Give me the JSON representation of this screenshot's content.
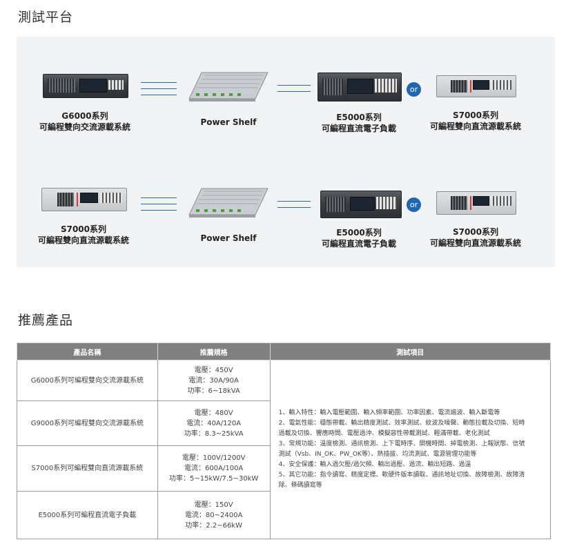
{
  "titles": {
    "platform": "測試平台",
    "products": "推薦產品"
  },
  "platform": {
    "or_label": "or",
    "rows": [
      {
        "source": {
          "line1": "G6000系列",
          "line2": "可編程雙向交流源載系統"
        },
        "shelf": "Power Shelf",
        "load_a": {
          "line1": "E5000系列",
          "line2": "可編程直流電子負載"
        },
        "load_b": {
          "line1": "S7000系列",
          "line2": "可編程雙向直流源載系統"
        }
      },
      {
        "source": {
          "line1": "S7000系列",
          "line2": "可編程雙向直流源載系統"
        },
        "shelf": "Power Shelf",
        "load_a": {
          "line1": "E5000系列",
          "line2": "可編程直流電子負載"
        },
        "load_b": {
          "line1": "S7000系列",
          "line2": "可編程雙向直流源載系統"
        }
      }
    ]
  },
  "table": {
    "headers": [
      "產品名稱",
      "推薦規格",
      "測試項目"
    ],
    "rows": [
      {
        "name": "G6000系列可編程雙向交流源載系統",
        "specs": [
          "電壓：450V",
          "電流：30A/90A",
          "功率：6~18kVA"
        ]
      },
      {
        "name": "G9000系列可編程雙向交流源載系統",
        "specs": [
          "電壓：480V",
          "電流：40A/120A",
          "功率：8.3~25kVA"
        ]
      },
      {
        "name": "S7000系列可編程雙向直流源載系統",
        "specs": [
          "電壓：100V/1200V",
          "電流：600A/100A",
          "功率：5~15kW/7.5~30kW"
        ]
      },
      {
        "name": "E5000系列可編程直流電子負載",
        "specs": [
          "電壓：150V",
          "電流：80~2400A",
          "功率：2.2~66kW"
        ]
      }
    ],
    "tests": [
      "1、輸入特性：輸入電壓範圍、輸入頻率範圍、功率因素、電流諧波、輸入斷電等",
      "2、電氣性能：穩態帶載、輸出精度測試、效率測試、紋波及噪聲、動態拉載及切換、短時",
      "過載及切換、響應時間、電壓過沖、模擬容性帶載測試、輕滿帶載、老化測試",
      "3、常規功能：溫度檢測、通訊檢測、上下電時序、開機時間、掉電檢測、上報狀態、信號",
      "測試（Vsb、IN_OK、PW_OK等）、熱插拔、均流測試、電源管理功能等",
      "4、安全保護：輸入過欠壓/過欠頻、輸出過壓、過流、輸出短路、過溫",
      "5、其它功能：指令讀寫、精度定標、軟硬件版本讀取、通訊地址切換、故障檢測、故障清",
      "除、條碼讀寫等"
    ]
  }
}
